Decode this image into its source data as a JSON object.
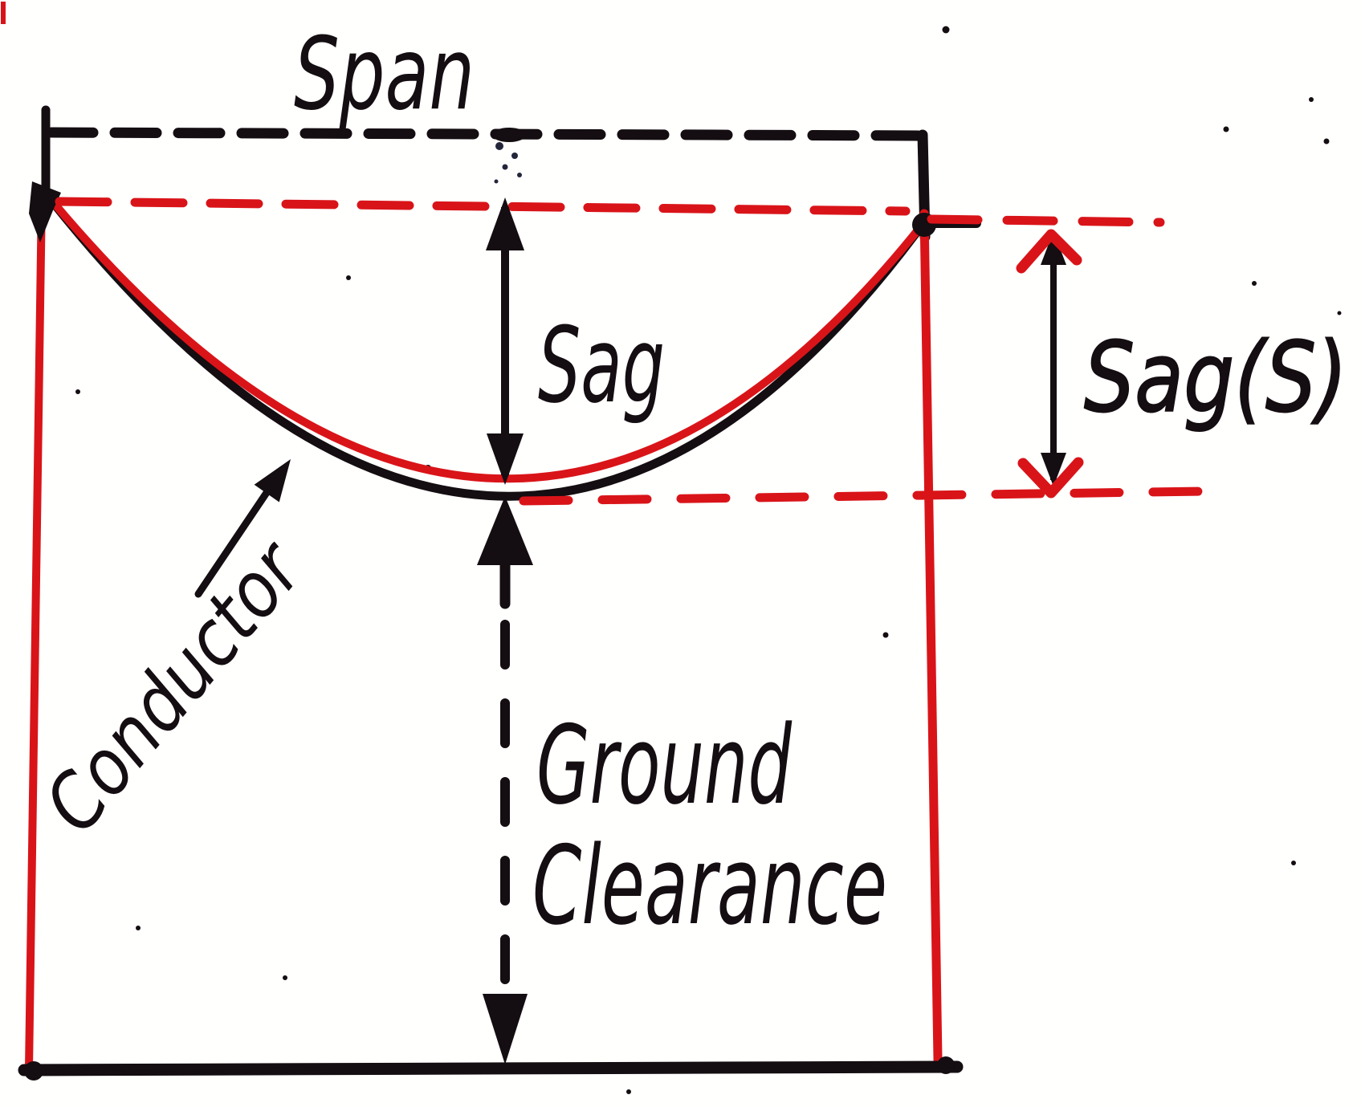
{
  "diagram": {
    "description": "Hand-drawn overhead transmission line sag diagram with two conductor curves between supports",
    "labels": {
      "span": "Span",
      "sag": "Sag",
      "sag_s": "Sag(S)",
      "conductor": "Conductor",
      "ground_line1": "Ground",
      "ground_line2": "Clearance"
    },
    "colors": {
      "ink": "#140d11",
      "red": "#d91419",
      "paper": "#fffffd",
      "smudge": "#23263b"
    }
  }
}
